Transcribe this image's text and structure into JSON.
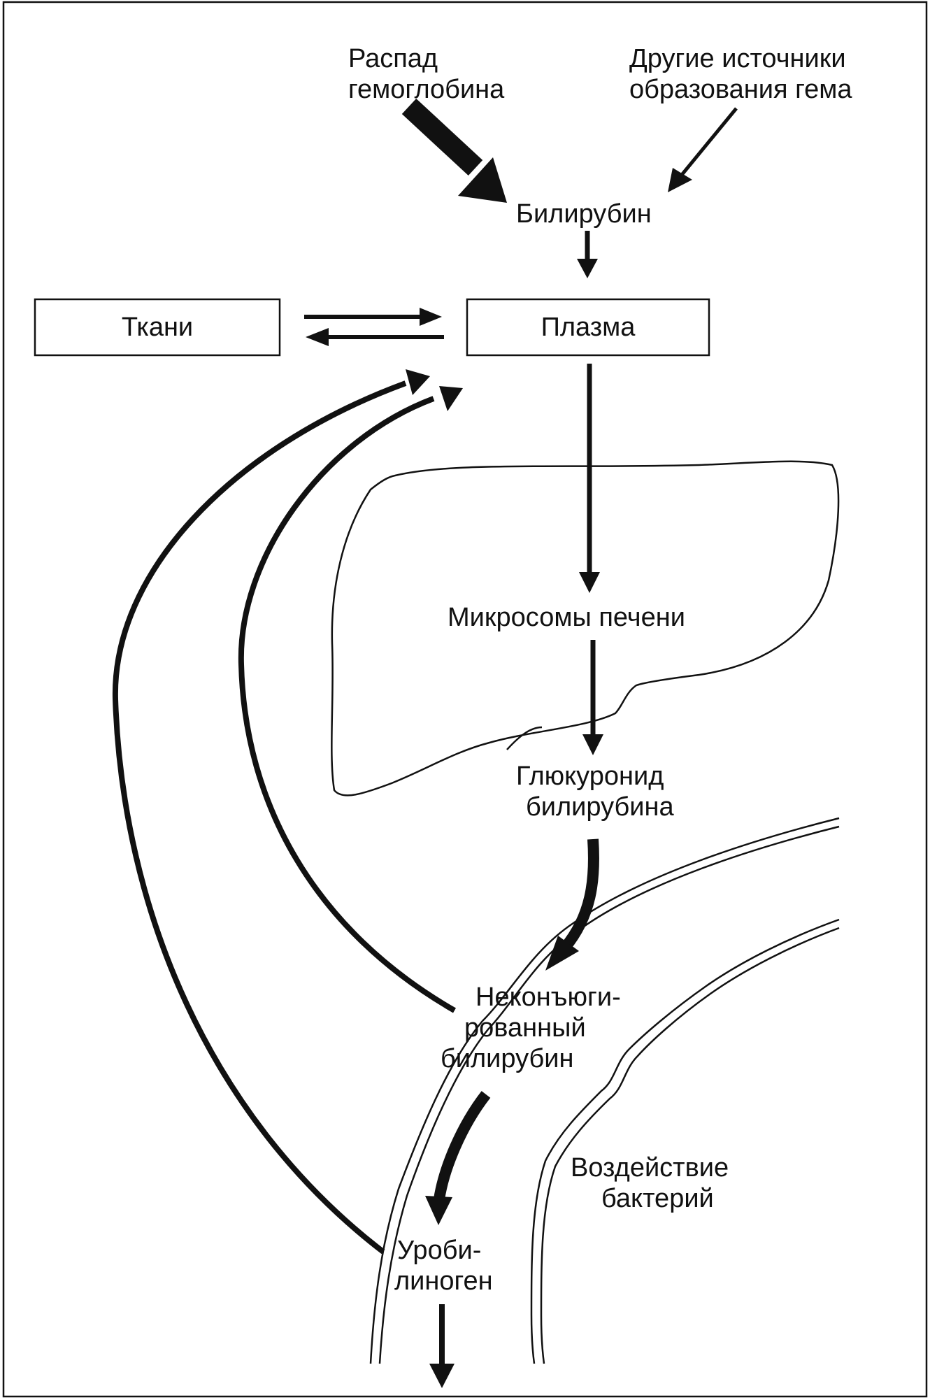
{
  "labels": {
    "hemoglobin_breakdown": [
      "Распад",
      "гемоглобина"
    ],
    "other_heme_sources": [
      "Другие источники",
      "образования гема"
    ],
    "bilirubin": "Билирубин",
    "tissues": "Ткани",
    "plasma": "Плазма",
    "liver_microsomes": "Микросомы печени",
    "bilirubin_glucuronide": [
      "Глюкуронид",
      "билирубина"
    ],
    "unconjugated_bilirubin": [
      "Неконъюги-",
      "рованный",
      "билирубин"
    ],
    "bacterial_action": [
      "Воздействие",
      "бактерий"
    ],
    "urobilinogen": [
      "Уроби-",
      "линоген"
    ]
  },
  "colors": {
    "ink": "#111111",
    "paper": "#ffffff"
  }
}
